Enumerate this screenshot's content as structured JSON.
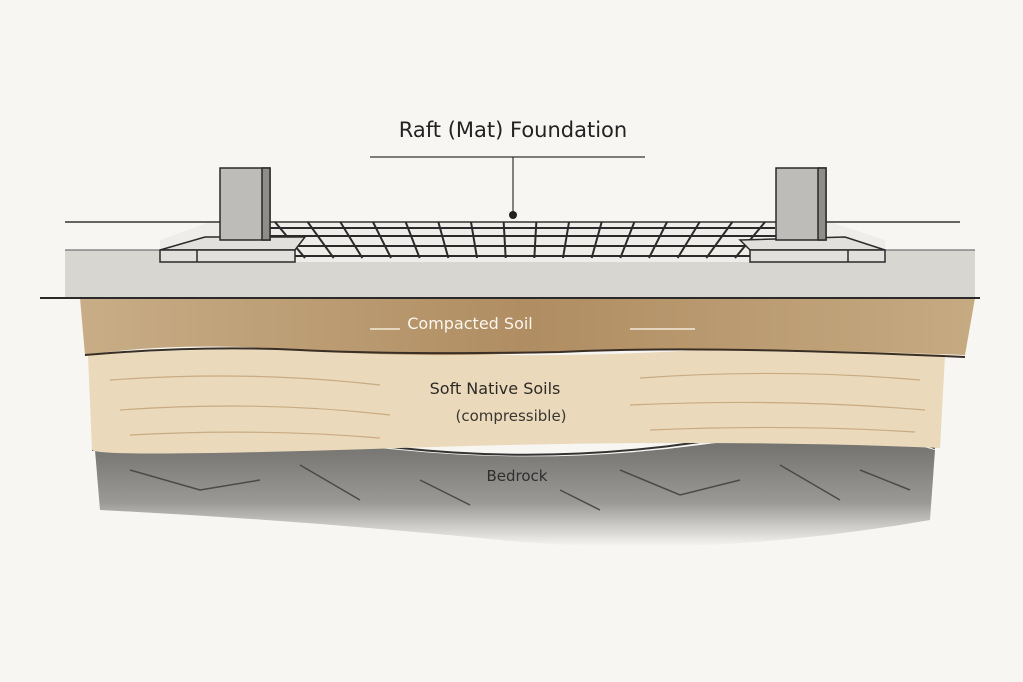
{
  "title": "Raft (Mat) Foundation",
  "layers": {
    "compacted_soil": "Compacted Soil",
    "soft_native_soils": "Soft Native Soils",
    "soft_native_note": "(compressible)",
    "bedrock": "Bedrock"
  },
  "colors": {
    "background": "#f7f6f3",
    "concrete": "#d8d6d1",
    "compacted_soil": "#b99b73",
    "soft_soil": "#ead9bb",
    "bedrock": "#8a8986",
    "line": "#2a2a2a"
  }
}
